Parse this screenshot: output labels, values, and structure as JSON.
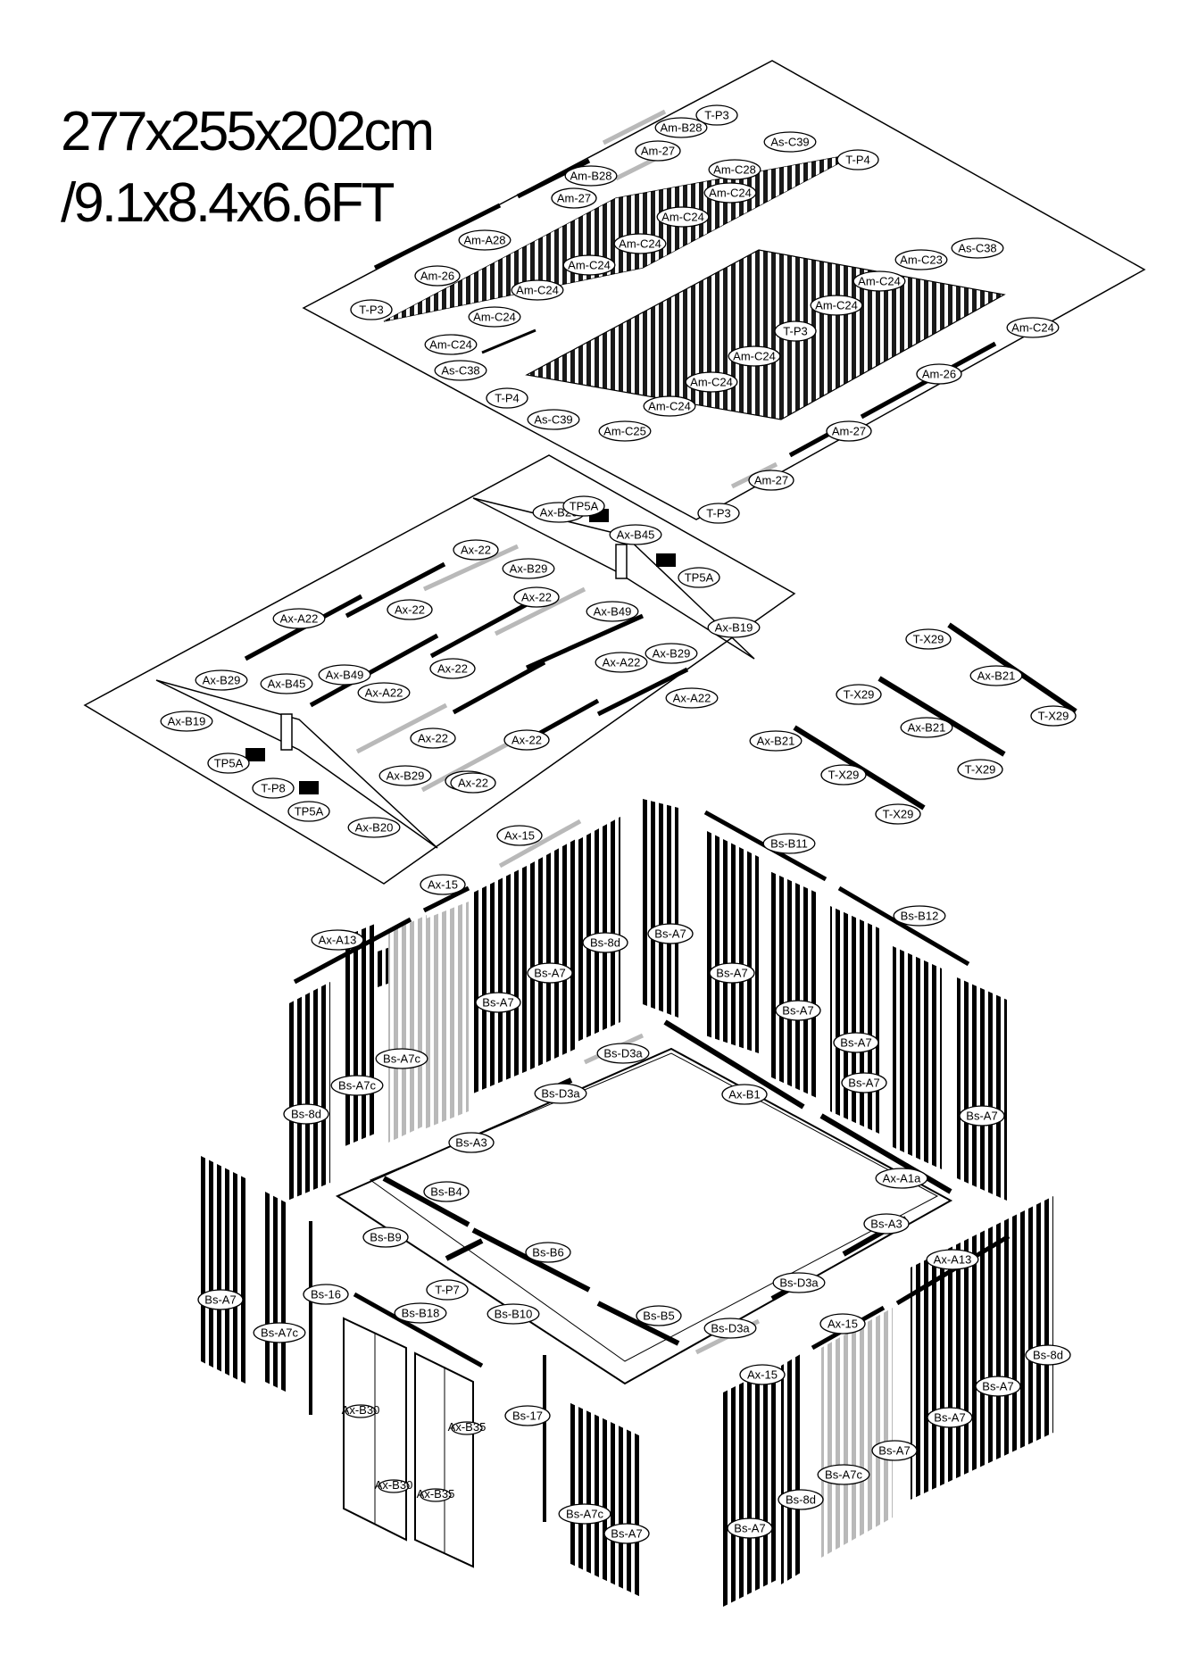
{
  "title": {
    "line1": "277x255x202cm",
    "line2": "/9.1x8.4x6.6FT"
  },
  "colors": {
    "ink": "#000000",
    "gray_part": "#b9b9b9",
    "panel_fill": "#ffffff"
  },
  "roof_labels": [
    "T-P3",
    "Am-B28",
    "Am-27",
    "As-C39",
    "Am-C28",
    "T-P4",
    "Am-B28",
    "Am-C24",
    "Am-27",
    "Am-C24",
    "Am-A28",
    "Am-C24",
    "As-C38",
    "Am-C23",
    "Am-26",
    "Am-C24",
    "Am-C24",
    "Am-C24",
    "Am-C24",
    "T-P3",
    "Am-C24",
    "Am-C24",
    "T-P3",
    "Am-C24",
    "Am-C24",
    "As-C38",
    "Am-26",
    "Am-C24",
    "T-P4",
    "As-C39",
    "Am-C24",
    "Am-C25",
    "Am-27",
    "Am-27",
    "T-P3"
  ],
  "frame_labels": [
    "Ax-B20",
    "TP5A",
    "Ax-B45",
    "Ax-22",
    "Ax-B29",
    "TP5A",
    "Ax-22",
    "Ax-A22",
    "Ax-22",
    "Ax-B49",
    "Ax-B19",
    "Ax-B29",
    "Ax-B45",
    "Ax-B49",
    "Ax-A22",
    "Ax-B29",
    "Ax-22",
    "Ax-A22",
    "Ax-B19",
    "Ax-A22",
    "Ax-22",
    "TP5A",
    "Ax-22",
    "Ax-22",
    "T-P8",
    "Ax-B29",
    "TP5A",
    "Ax-22",
    "Ax-B20"
  ],
  "purlin_labels": [
    "T-X29",
    "Ax-B21",
    "T-X29",
    "T-X29",
    "Ax-B21",
    "T-X29",
    "Ax-B21",
    "T-X29",
    "T-X29"
  ],
  "wall_labels": [
    "Ax-15",
    "Bs-B11",
    "Ax-15",
    "Bs-B12",
    "Ax-A13",
    "Bs-A7",
    "Bs-8d",
    "Bs-A7",
    "Bs-A7",
    "Bs-A7",
    "Bs-A7",
    "Bs-A7",
    "Bs-D3a",
    "Bs-A7c",
    "Bs-A7",
    "Bs-A7c",
    "Bs-D3a",
    "Ax-B1",
    "Bs-8d",
    "Bs-A7",
    "Bs-A3",
    "Ax-A1a",
    "Bs-B4",
    "Bs-A3",
    "Bs-B9",
    "Bs-B6",
    "Ax-A13",
    "T-P7",
    "Bs-D3a",
    "Bs-16",
    "Bs-A7",
    "Bs-B18",
    "Bs-B10",
    "Bs-B5",
    "Bs-D3a",
    "Ax-15",
    "Bs-A7c",
    "Bs-8d",
    "Ax-15",
    "Bs-A7",
    "Bs-17",
    "Bs-A7",
    "Bs-A7",
    "Bs-A7c",
    "Bs-A7c",
    "Bs-8d",
    "Bs-A7",
    "Bs-A7"
  ],
  "door_labels": [
    "Ax-B30",
    "Ax-B35",
    "Ax-B30",
    "Ax-B35"
  ]
}
